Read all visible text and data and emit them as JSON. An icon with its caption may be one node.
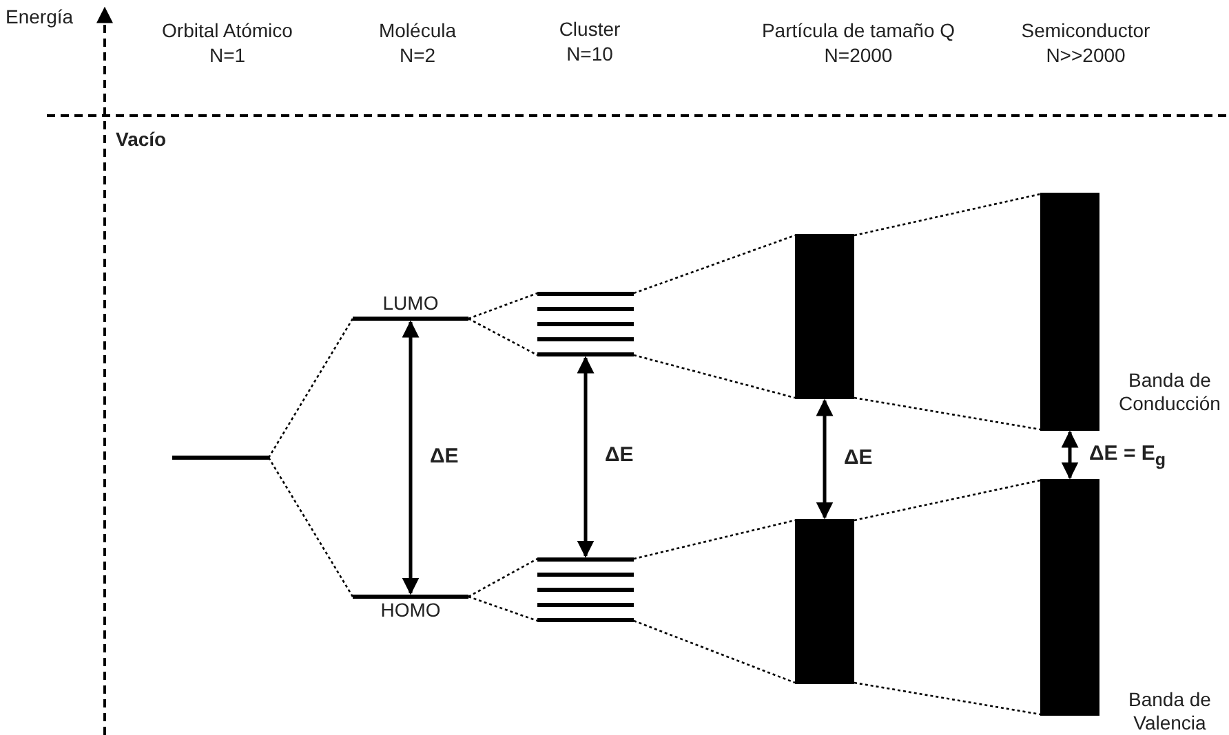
{
  "diagram": {
    "nodes": [
      {
        "text": [],
        "shape": "bar"
      },
      {
        "text": [
          "LUMO"
        ]
      },
      {
        "text": [
          "HOMO"
        ]
      },
      {
        "text": [],
        "shape": "bar"
      },
      {
        "text": [],
        "shape": "bar"
      },
      {
        "text": [],
        "shape": "bar"
      },
      {
        "text": [],
        "shape": "bar"
      },
      {
        "text": [],
        "shape": "bar",
        "beside": [
          "Banda de Conducción"
        ]
      },
      {
        "text": [],
        "shape": "bar",
        "beside": [
          "Banda de Valencia"
        ]
      }
    ],
    "edges": [
      {
        "from": 0,
        "to": 1,
        "arrow": "none",
        "style": "dashed"
      },
      {
        "from": 0,
        "to": 2,
        "arrow": "none",
        "style": "dashed"
      },
      {
        "from": 1,
        "to": 3,
        "arrow": "none",
        "style": "dashed"
      },
      {
        "from": 1,
        "to": 3,
        "arrow": "none",
        "style": "dashed"
      },
      {
        "from": 2,
        "to": 4,
        "arrow": "none",
        "style": "dashed"
      },
      {
        "from": 2,
        "to": 4,
        "arrow": "none",
        "style": "dashed"
      },
      {
        "from": 3,
        "to": 5,
        "arrow": "none",
        "style": "dashed"
      },
      {
        "from": 3,
        "to": 5,
        "arrow": "none",
        "style": "dashed"
      },
      {
        "from": 4,
        "to": 6,
        "arrow": "none",
        "style": "dashed"
      },
      {
        "from": 4,
        "to": 6,
        "arrow": "none",
        "style": "dashed"
      },
      {
        "from": 5,
        "to": 7,
        "arrow": "none",
        "style": "dashed"
      },
      {
        "from": 5,
        "to": 7,
        "arrow": "none",
        "style": "dashed"
      },
      {
        "from": 6,
        "to": 8,
        "arrow": "none",
        "style": "dashed"
      },
      {
        "from": 6,
        "to": 8,
        "arrow": "none",
        "style": "dashed"
      },
      {
        "from": 1,
        "to": 2,
        "arrow": "both",
        "label": "ΔE"
      },
      {
        "from": 3,
        "to": 4,
        "arrow": "both",
        "label": "ΔE"
      },
      {
        "from": 5,
        "to": 6,
        "arrow": "both",
        "label": "ΔE"
      },
      {
        "from": 7,
        "to": 8,
        "arrow": "both",
        "label": "ΔE = E$_{g}$"
      }
    ],
    "labels": [
      "Energía",
      "Orbital Atómico",
      "N=1",
      "Molécula",
      "N=2",
      "Cluster",
      "N=10",
      "Partícula de tamaño Q",
      "N=2000",
      "Semiconductor",
      "N>>2000",
      "Vacío"
    ]
  }
}
